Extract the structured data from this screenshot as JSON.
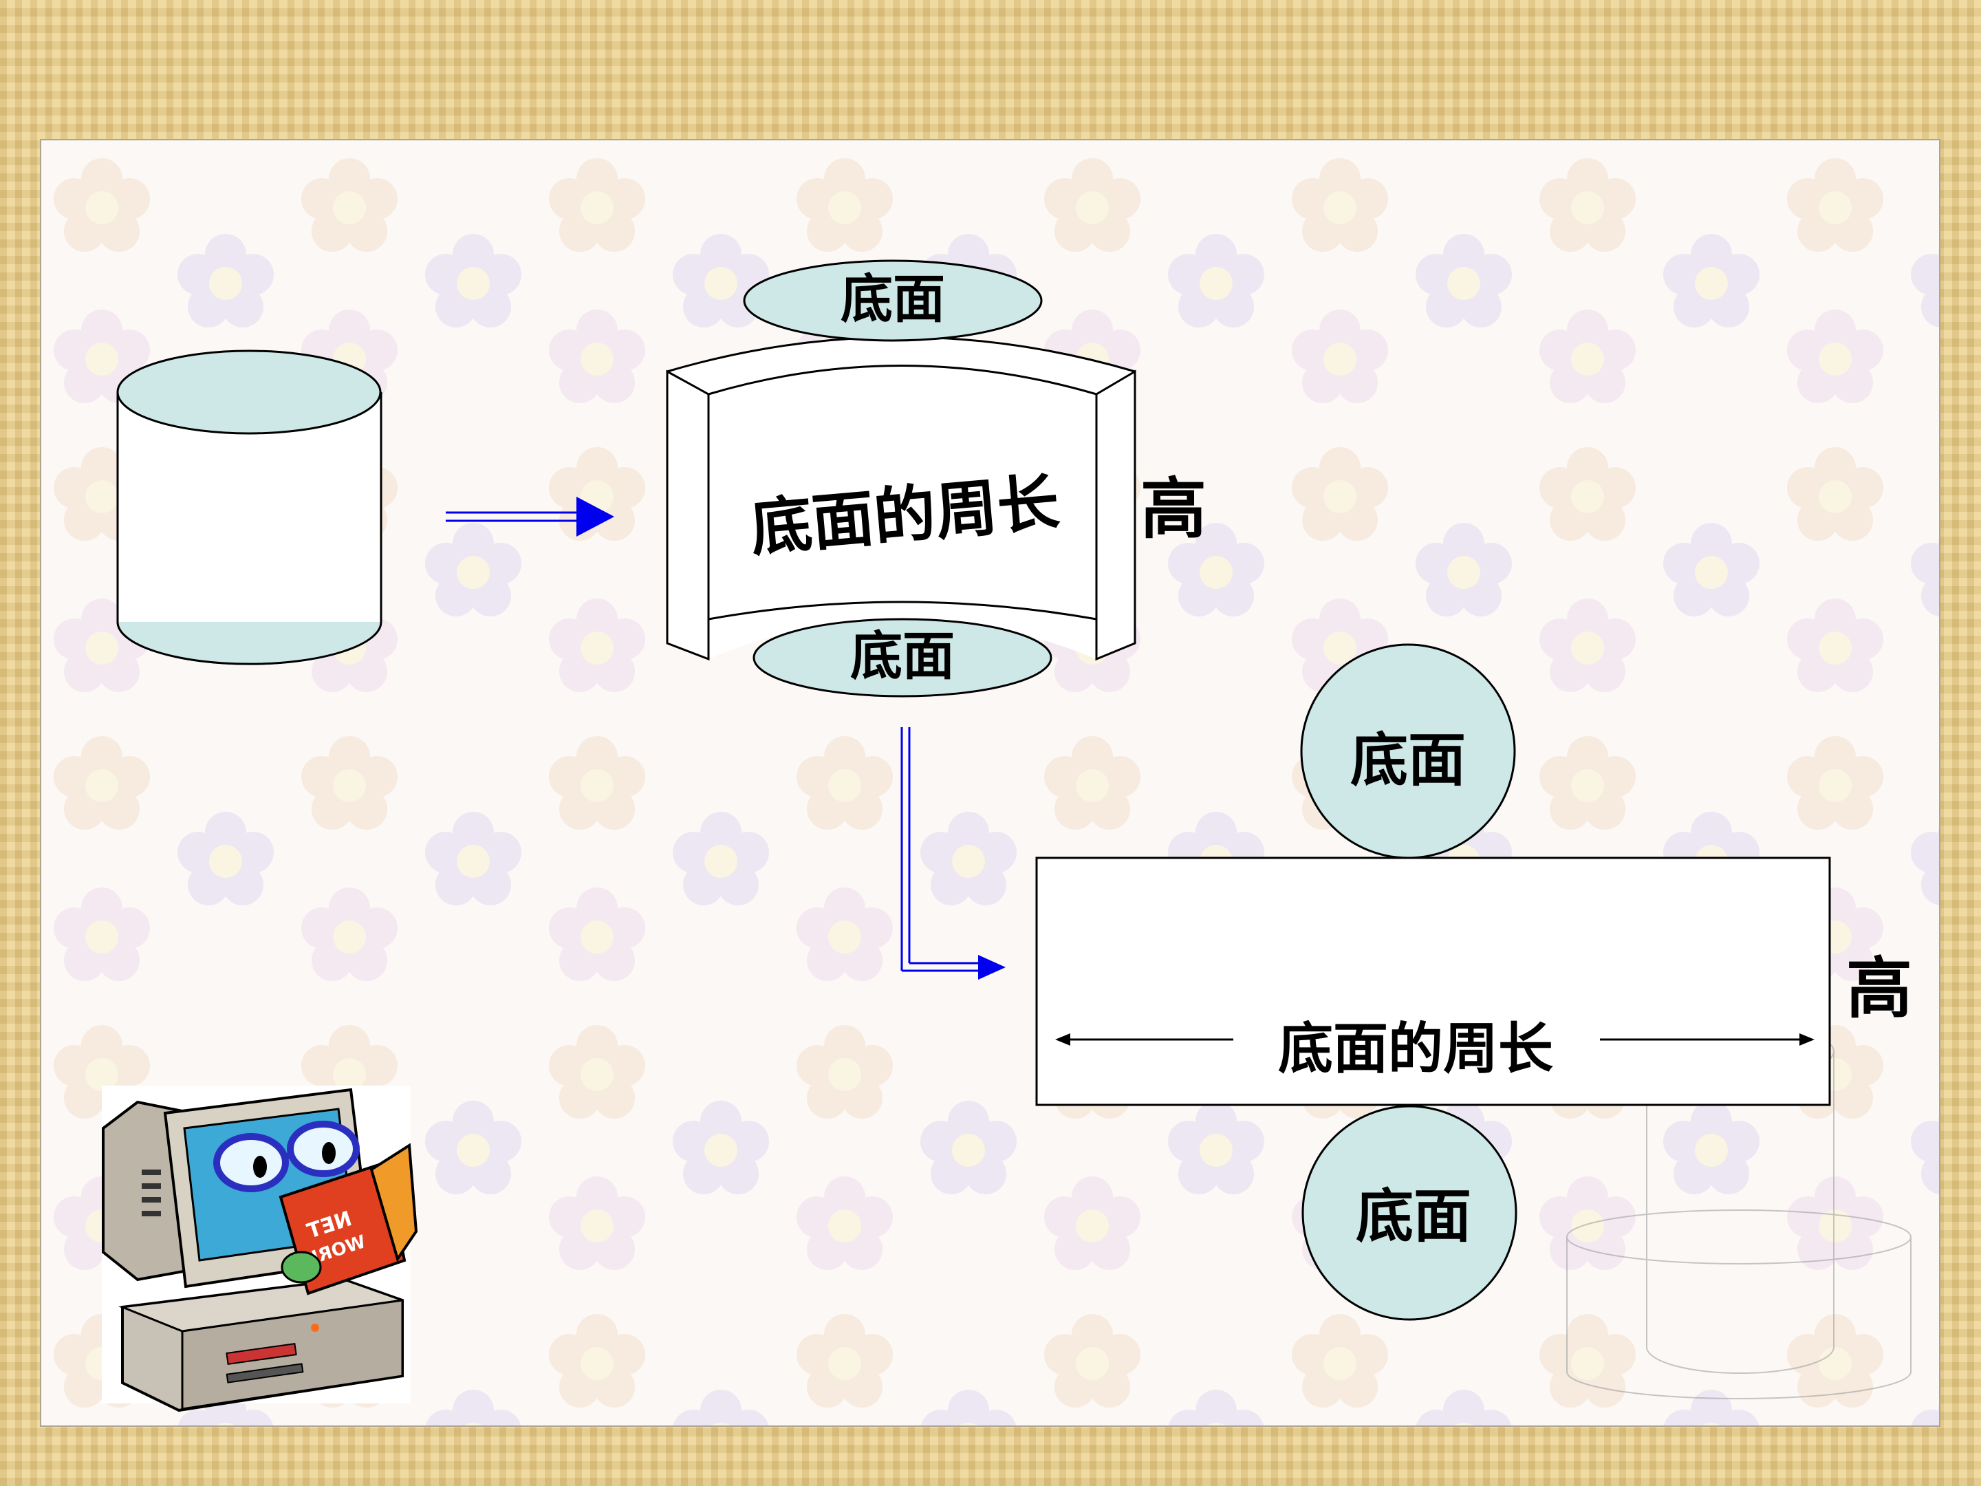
{
  "colors": {
    "base_fill": "#cde8e6",
    "arrow": "#0000ee",
    "outline": "#000000",
    "frame": "#e7cf93",
    "slide_bg": "#fbf8f5"
  },
  "diagram": {
    "unrolled_top_base_label": "底面",
    "unrolled_bottom_base_label": "底面",
    "curved_side_label": "底面的周长",
    "unrolled_height_label": "高",
    "net_top_circle_label": "底面",
    "net_bottom_circle_label": "底面",
    "net_rect_width_label": "底面的周长",
    "net_rect_height_label": "高"
  },
  "decor": {
    "mascot_book_title_line1": "NET",
    "mascot_book_title_line2": "WORK"
  }
}
